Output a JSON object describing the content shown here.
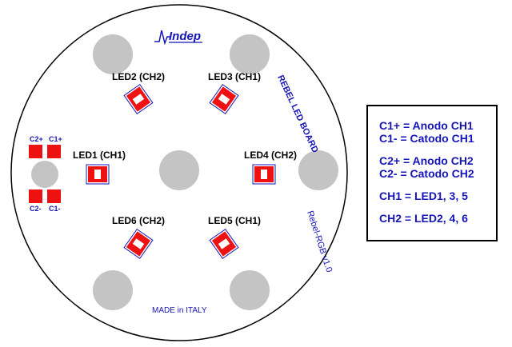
{
  "brand": {
    "logo_text": "Indep",
    "colors": {
      "pad": "#ee1111",
      "ink": "#1515b8",
      "hole": "#c4c4c4"
    }
  },
  "board": {
    "title": "REBEL LED BOARD",
    "version": "Rebel-RGB v1.0",
    "origin": "MADE in ITALY",
    "pads": {
      "c2_plus": "C2+",
      "c1_plus": "C1+",
      "c2_minus": "C2-",
      "c1_minus": "C1-"
    }
  },
  "leds": [
    {
      "id": "led1",
      "label": "LED1 (CH1)"
    },
    {
      "id": "led2",
      "label": "LED2 (CH2)"
    },
    {
      "id": "led3",
      "label": "LED3 (CH1)"
    },
    {
      "id": "led4",
      "label": "LED4 (CH2)"
    },
    {
      "id": "led5",
      "label": "LED5 (CH1)"
    },
    {
      "id": "led6",
      "label": "LED6 (CH2)"
    }
  ],
  "legend": {
    "line1": "C1+ = Anodo CH1",
    "line2": "C1- = Catodo CH1",
    "line3": "C2+ = Anodo CH2",
    "line4": "C2- = Catodo CH2",
    "line5": "CH1 = LED1, 3, 5",
    "line6": "CH2 = LED2, 4, 6"
  }
}
